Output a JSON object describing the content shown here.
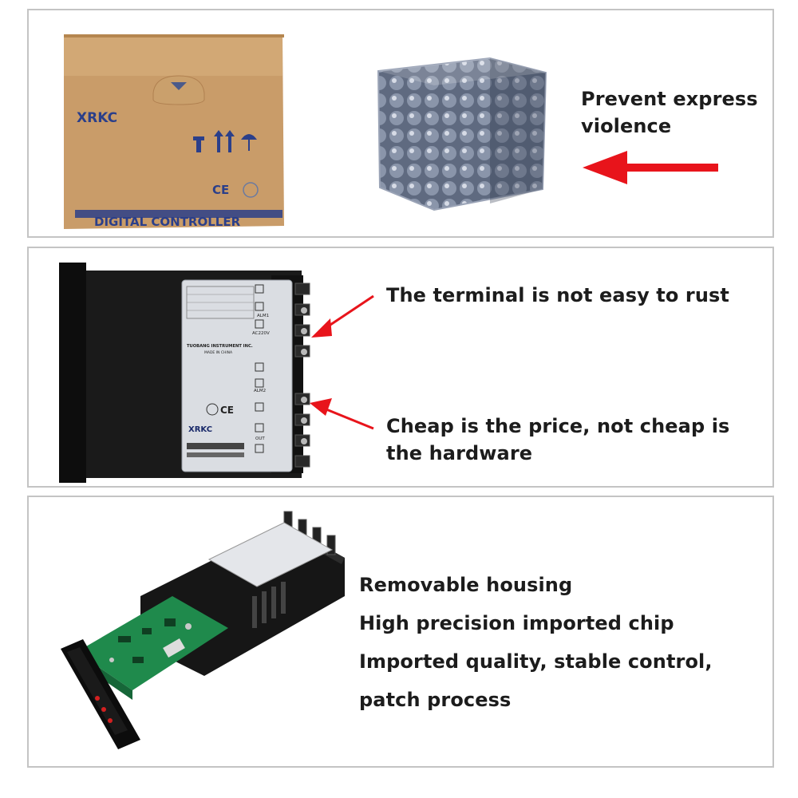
{
  "panel1": {
    "box_brand": "XRKC",
    "box_label": "DIGITAL CONTROLLER",
    "box_mark": "CE",
    "caption": [
      "Prevent express",
      "violence"
    ]
  },
  "panel2": {
    "label_brand": "XRKC",
    "label_maker": "TUOBANG INSTRUMENT INC.",
    "label_origin": "MADE IN CHINA",
    "label_voltage": "AC220V",
    "label_alm1": "ALM1",
    "label_alm2": "ALM2",
    "label_out": "OUT",
    "label_mark": "CE",
    "caption_top": "The terminal is not easy to rust",
    "caption_bottom": [
      "Cheap is the price, not cheap is",
      "the hardware"
    ]
  },
  "panel3": {
    "features": [
      "Removable housing",
      "High precision imported chip",
      "Imported quality, stable control,",
      "patch process"
    ]
  },
  "colors": {
    "arrow_red": "#e8141b",
    "panel_border": "#c4c4c4",
    "cardboard": "#c79b68",
    "pcb_green": "#1f8a4c"
  }
}
